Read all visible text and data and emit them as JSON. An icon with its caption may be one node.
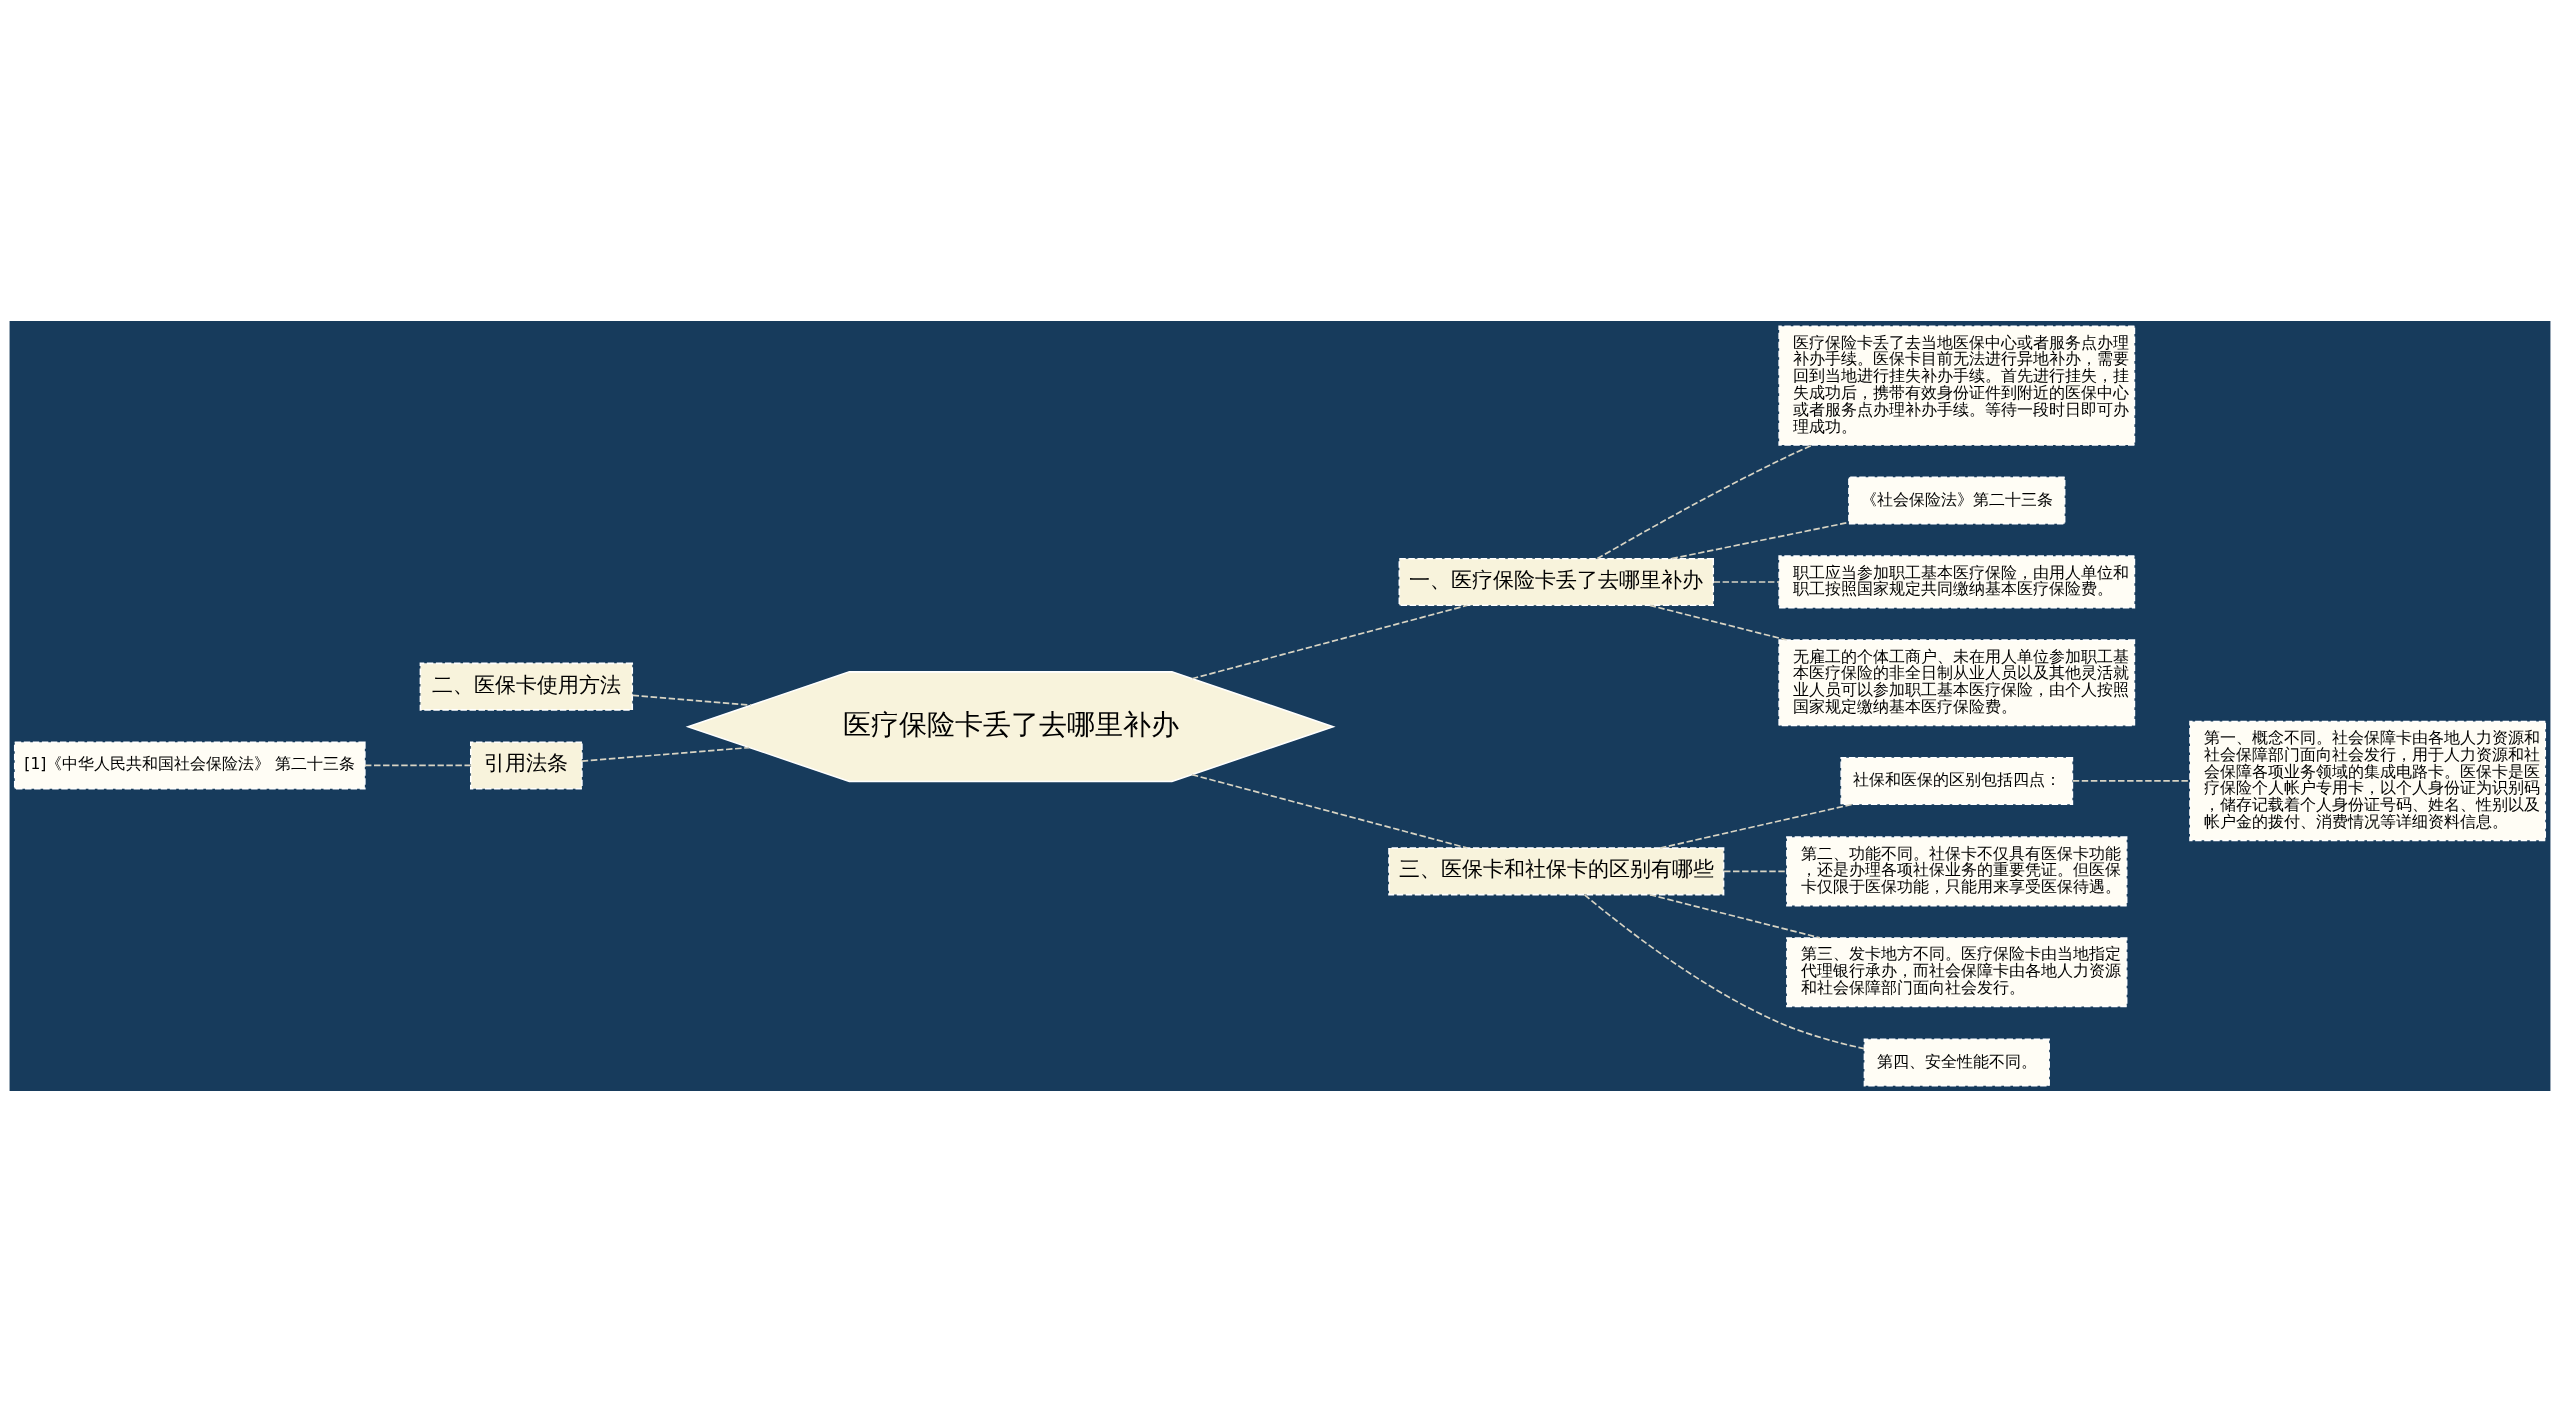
{
  "diagram": {
    "nodes": [
      {
        "text": [
          "医疗保险卡丢了去哪里补办"
        ]
      },
      {
        "text": [
          "一、医疗保险卡丢了去哪里补办"
        ]
      },
      {
        "text": [
          "医疗保险卡丢了去当地医保中心或者服务点办理补办手续。医保卡目前无法进行异地补办，需要回到当地进行挂失补办手续。首先进行挂失，挂失成功后，携带有效身份证件到附近的医保中心或者服务点办理补办手续。等待一段时日即可办理成功。"
        ]
      },
      {
        "text": [
          "《社会保险法》第二十三条"
        ]
      },
      {
        "text": [
          "职工应当参加职工基本医疗保险，由用人单位和职工按照国家规定共同缴纳基本医疗保险费。"
        ]
      },
      {
        "text": [
          "无雇工的个体工商户、未在用人单位参加职工基本医疗保险的非全日制从业人员以及其他灵活就业人员可以参加职工基本医疗保险，由个人按照国家规定缴纳基本医疗保险费。"
        ]
      },
      {
        "text": [
          "二、医保卡使用方法"
        ]
      },
      {
        "text": [
          "引用法条"
        ]
      },
      {
        "text": [
          "[1]《中华人民共和国社会保险法》 第二十三条"
        ]
      },
      {
        "text": [
          "三、医保卡和社保卡的区别有哪些"
        ]
      },
      {
        "text": [
          "社保和医保的区别包括四点："
        ]
      },
      {
        "text": [
          "第一、概念不同。社会保障卡由各地人力资源和社会保障部门面向社会发行，用于人力资源和社会保障各项业务领域的集成电路卡。医保卡是医疗保险个人帐户专用卡，以个人身份证为识别码，储存记载着个人身份证号码、姓名、性别以及帐户金的拨付、消费情况等详细资料信息。"
        ]
      },
      {
        "text": [
          "第二、功能不同。社保卡不仅具有医保卡功能，还是办理各项社保业务的重要凭证。但医保卡仅限于医保功能，只能用来享受医保待遇。"
        ]
      },
      {
        "text": [
          "第三、发卡地方不同。医疗保险卡由当地指定代理银行承办，而社会保障卡由各地人力资源和社会保障部门面向社会发行。"
        ]
      },
      {
        "text": [
          "第四、安全性能不同。"
        ]
      }
    ],
    "edges": [
      {
        "from": 0,
        "to": 1,
        "arrow": "none",
        "style": "dashed"
      },
      {
        "from": 1,
        "to": 2,
        "arrow": "none",
        "style": "dashed"
      },
      {
        "from": 1,
        "to": 3,
        "arrow": "none",
        "style": "dashed"
      },
      {
        "from": 1,
        "to": 4,
        "arrow": "none",
        "style": "dashed"
      },
      {
        "from": 1,
        "to": 5,
        "arrow": "none",
        "style": "dashed"
      },
      {
        "from": 0,
        "to": 6,
        "arrow": "none",
        "style": "dashed"
      },
      {
        "from": 0,
        "to": 7,
        "arrow": "none",
        "style": "dashed"
      },
      {
        "from": 7,
        "to": 8,
        "arrow": "none",
        "style": "dashed"
      },
      {
        "from": 0,
        "to": 9,
        "arrow": "none",
        "style": "dashed"
      },
      {
        "from": 9,
        "to": 10,
        "arrow": "none",
        "style": "dashed"
      },
      {
        "from": 10,
        "to": 11,
        "arrow": "none",
        "style": "dashed"
      },
      {
        "from": 9,
        "to": 12,
        "arrow": "none",
        "style": "dashed"
      },
      {
        "from": 9,
        "to": 13,
        "arrow": "none",
        "style": "dashed"
      },
      {
        "from": 9,
        "to": 14,
        "arrow": "none",
        "style": "dashed"
      }
    ]
  }
}
